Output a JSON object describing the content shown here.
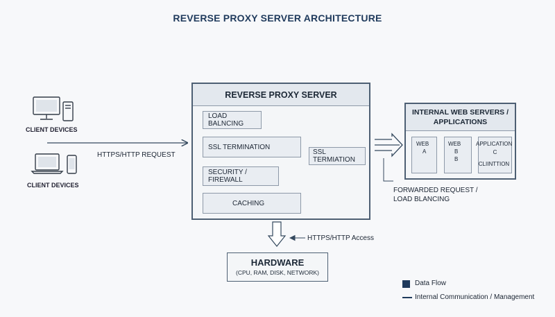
{
  "title": "REVERSE PROXY SERVER ARCHITECTURE",
  "clients": [
    {
      "label": "CLIENT DEVICES",
      "icon": "desktop-icon"
    },
    {
      "label": "CLIENT DEVICES",
      "icon": "laptop-icon"
    }
  ],
  "request_label": "HTTPS/HTTP REQUEST",
  "proxy": {
    "title": "REVERSE PROXY SERVER",
    "components": {
      "load_balancing": "LOAD BALNCING",
      "ssl_termination": "SSL TERMINATION",
      "security_firewall": "SECURITY / FIREWALL",
      "caching": "CACHING",
      "ssl_termination_2": "SSL TERMIATION"
    }
  },
  "servers": {
    "title_line1": "INTERNAL WEB SERVERS /",
    "title_line2": "APPLICATIONS",
    "units": [
      {
        "line1": "WEB",
        "line2": "A"
      },
      {
        "line1": "WEB",
        "line2": "B",
        "line3": "B"
      },
      {
        "line1": "APPLICATION",
        "line2": "C",
        "line3": "CLIINTTION"
      }
    ]
  },
  "forwarded_label_line1": "FORWARDED REQUEST /",
  "forwarded_label_line2": "LOAD BLANCING",
  "hardware_access_label": "HTTPS/HTTP Access",
  "hardware": {
    "title": "HARDWARE",
    "subtitle": "(CPU, RAM, DISK, NETWORK)"
  },
  "legend": {
    "data_flow": "Data Flow",
    "internal": "Internal Communication / Management"
  },
  "colors": {
    "primary": "#1f3a5c",
    "border": "#4d5f73",
    "box_fill": "#e9edf2",
    "background": "#f7f8fa"
  }
}
